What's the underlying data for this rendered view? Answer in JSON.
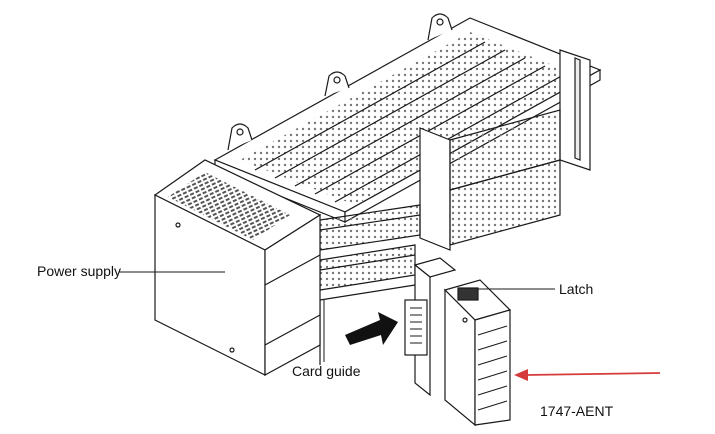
{
  "labels": {
    "power_supply": "Power supply",
    "card_guide": "Card guide",
    "latch": "Latch",
    "module_id": "1747-AENT"
  },
  "colors": {
    "line": "#1a1a1a",
    "fill": "#ffffff",
    "dot": "#777777",
    "arrow_red": "#d63b3b",
    "push_arrow": "#111111"
  },
  "icons": {
    "insert_arrow": "black-arrow-icon",
    "pointer_arrow": "red-arrow-icon"
  }
}
